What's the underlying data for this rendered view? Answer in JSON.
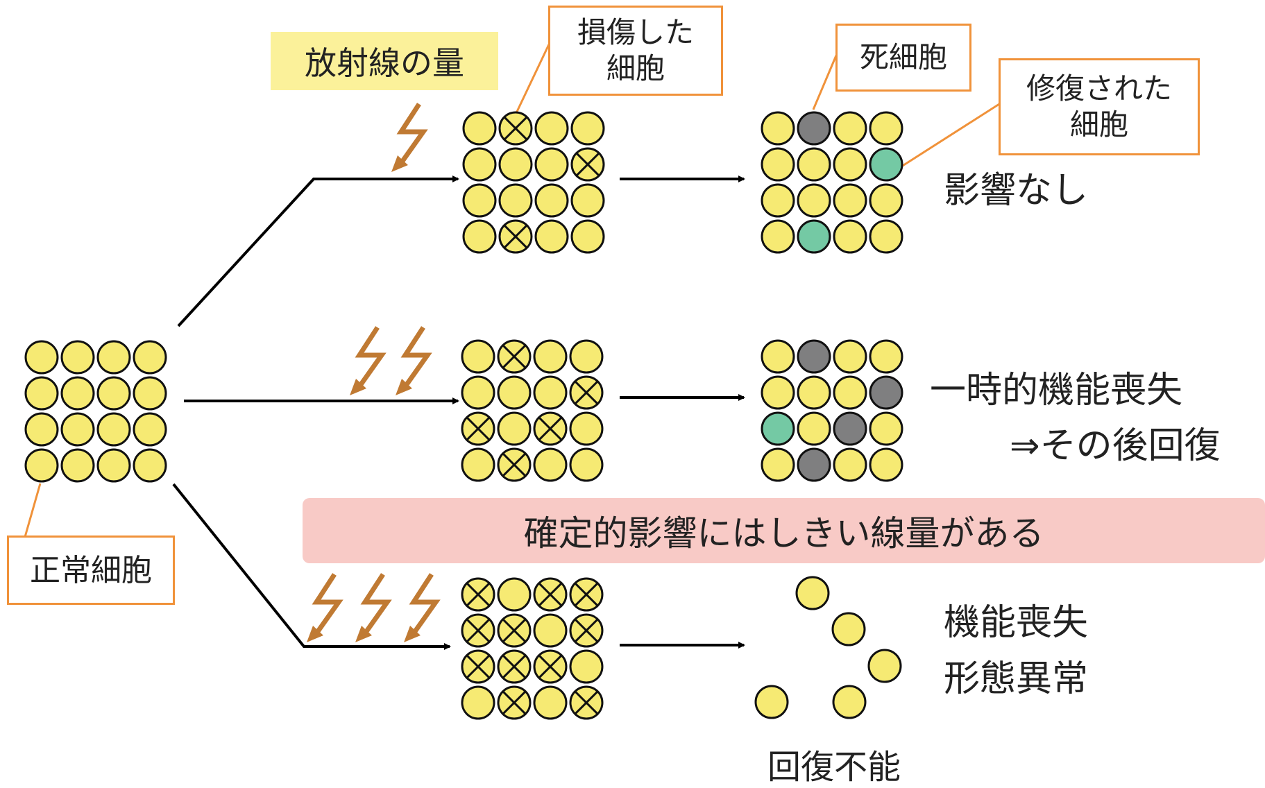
{
  "dose_label": "放射線の量",
  "labels": {
    "normal_cell": "正常細胞",
    "damaged_cell": [
      "損傷した",
      "細胞"
    ],
    "dead_cell": "死細胞",
    "repaired_cell": [
      "修復された",
      "細胞"
    ]
  },
  "outcomes": {
    "low": "影響なし",
    "mid": [
      "一時的機能喪失",
      "⇒その後回復"
    ],
    "high": [
      "機能喪失",
      "形態異常"
    ],
    "high_final": "回復不能"
  },
  "banner": "確定的影響にはしきい線量がある",
  "colors": {
    "normal": "#f6ea73",
    "dead": "#7f7f80",
    "repaired": "#74c9a4",
    "arrow": "#000000",
    "bolt": "#c07a33",
    "callout": "#f0923a",
    "dose_box": "#fbf19a",
    "banner": "#f8cac6"
  },
  "grids": {
    "normal": [
      "nnnn",
      "nnnn",
      "nnnn",
      "nnnn"
    ],
    "low_damaged": [
      "nxnn",
      "nnnx",
      "nnnn",
      "nxnn"
    ],
    "low_result": [
      "ndnn",
      "nnnr",
      "nnnn",
      "nrnn"
    ],
    "mid_damaged": [
      "nxnn",
      "nnnx",
      "xnxn",
      "nxnn"
    ],
    "mid_result": [
      "ndnn",
      "nnnd",
      "rndn",
      "ndnn"
    ],
    "high_damaged": [
      "xnxx",
      "xxnx",
      "xxxn",
      "nxnx"
    ]
  },
  "bolt_counts": {
    "low": 1,
    "mid": 2,
    "high": 3
  }
}
